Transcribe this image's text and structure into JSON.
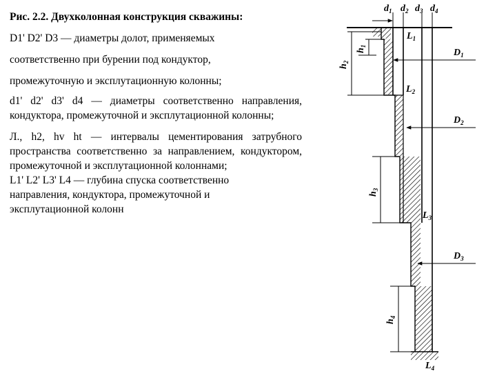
{
  "figure": {
    "title": "Рис. 2.2. Двухколонная конструкция скважины:"
  },
  "legend": [
    {
      "id": "D",
      "lines": [
        "D1' D2' D3 — диаметры долот, применяемых",
        "соответственно при бурении под кондуктор,",
        "промежуточную и эксплутационную колонны;"
      ]
    },
    {
      "id": "d",
      "text": "d1' d2' d3' d4 — диаметры соответственно направления, кондуктора, промежуточной и эксплутационной колонны;"
    },
    {
      "id": "h",
      "text": "Л., h2, hv ht — интервалы цементирования затрубного пространства соответственно за направлением, кондуктором, промежуточной и эксплутационной колоннами;"
    },
    {
      "id": "L",
      "lines": [
        "L1' L2' L3' L4 — глубина спуска соответственно",
        "направления, кондуктора, промежуточной и",
        "эксплутационной колонн"
      ]
    }
  ],
  "diagram_labels": {
    "d1": "d",
    "d1_sub": "1",
    "d2": "d",
    "d2_sub": "2",
    "d3": "d",
    "d3_sub": "3",
    "d4": "d",
    "d4_sub": "4",
    "L1": "L",
    "L1_sub": "1",
    "L2": "L",
    "L2_sub": "2",
    "L3": "L",
    "L3_sub": "3",
    "L4": "L",
    "L4_sub": "4",
    "D1": "D",
    "D1_sub": "1",
    "D2": "D",
    "D2_sub": "2",
    "D3": "D",
    "D3_sub": "3",
    "h1": "h",
    "h1_sub": "1",
    "h2": "h",
    "h2_sub": "2",
    "h3": "h",
    "h3_sub": "3",
    "h4": "h",
    "h4_sub": "4"
  }
}
